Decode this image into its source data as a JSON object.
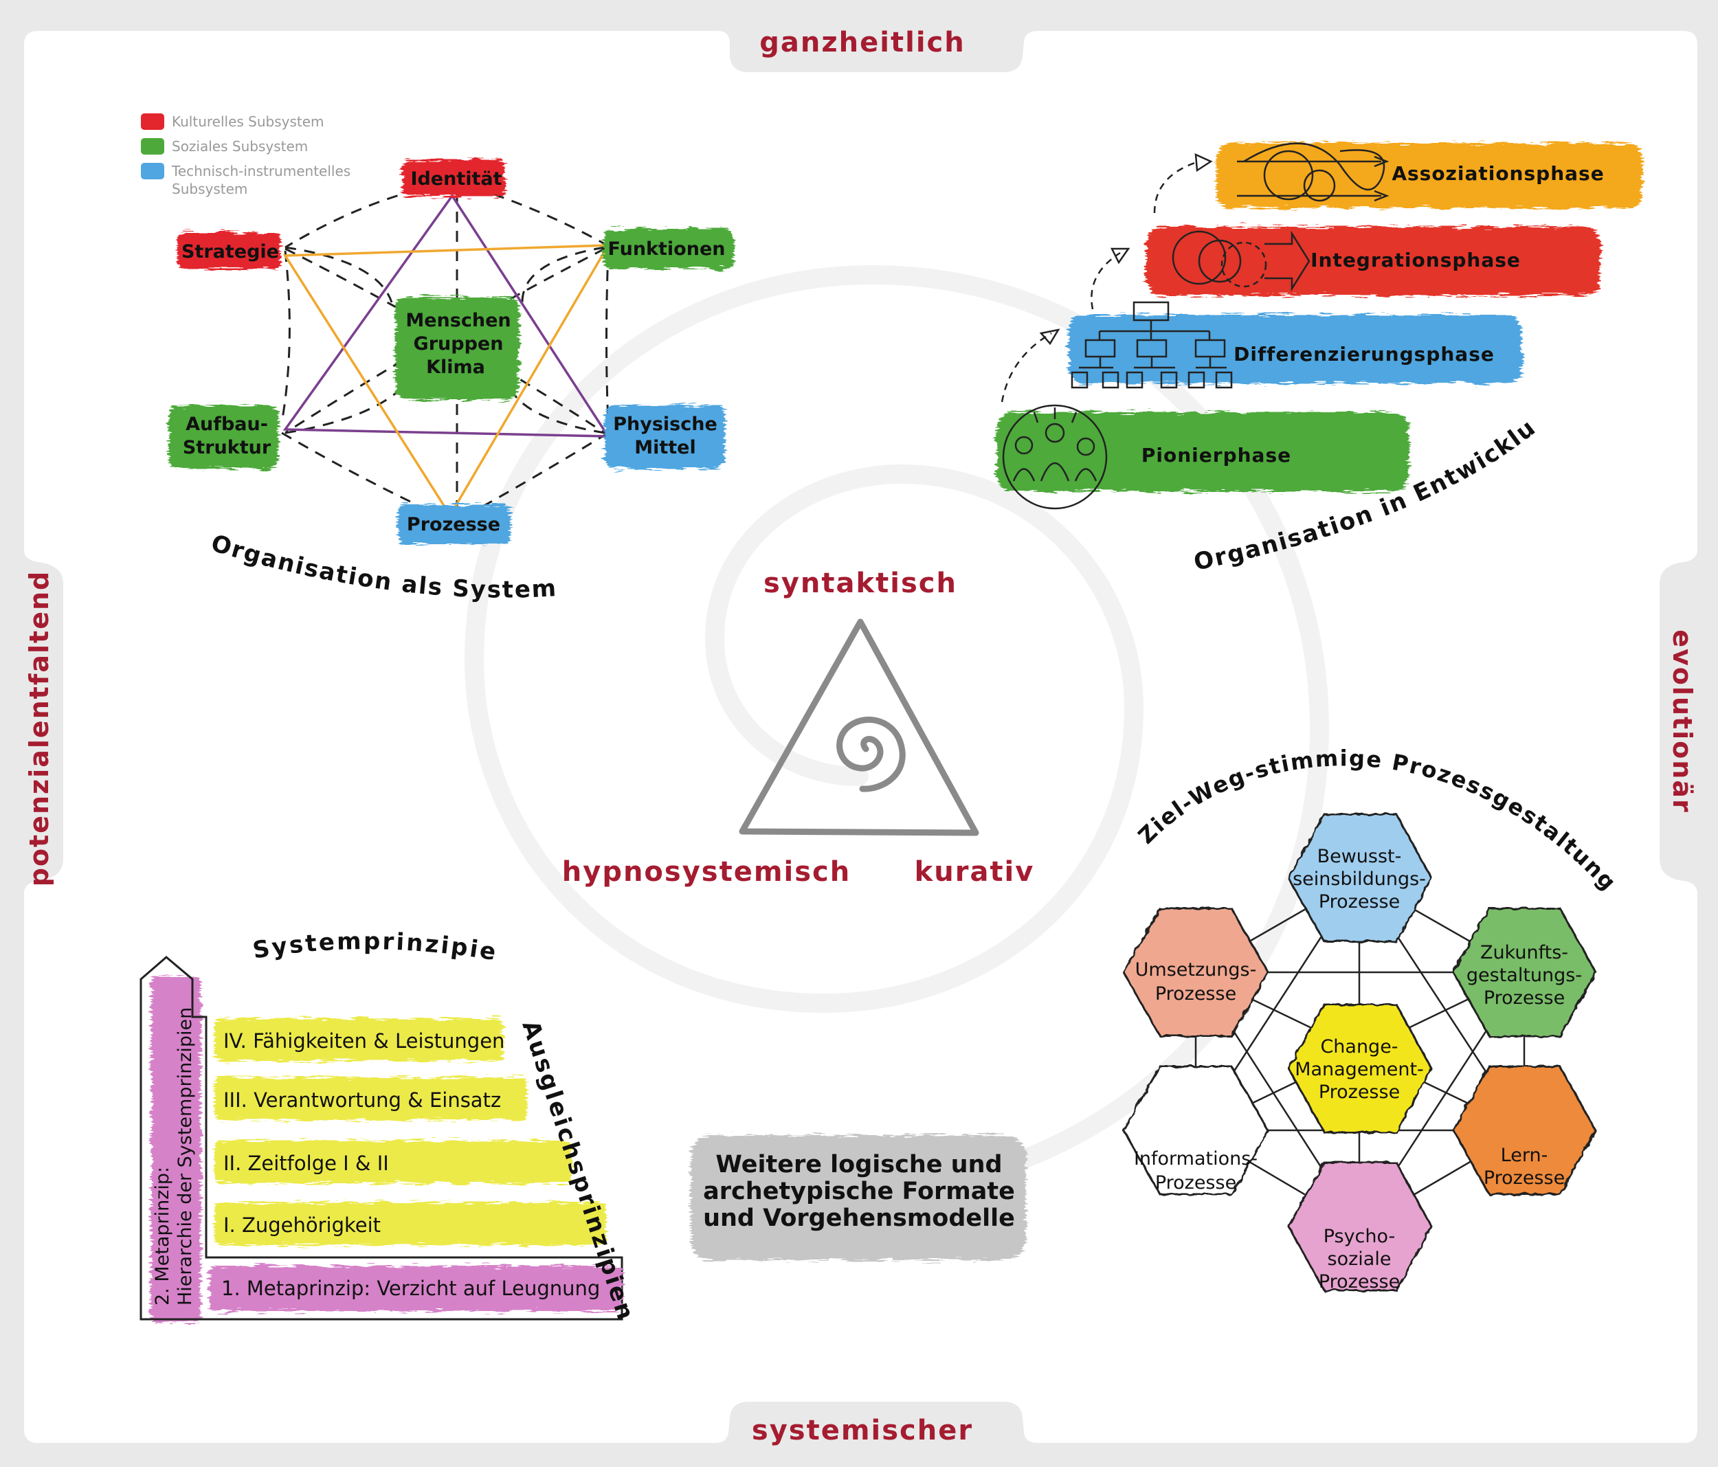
{
  "frame": {
    "top": "ganzheitlich",
    "bottom": "systemischer",
    "left": "potenzialentfaltend",
    "right": "evolutionär"
  },
  "center": {
    "top": "syntaktisch",
    "left": "hypnosystemisch",
    "right": "kurativ"
  },
  "system": {
    "title": "Organisation als System",
    "legend": [
      {
        "label": "Kulturelles Subsystem",
        "color": "#e3262d"
      },
      {
        "label": "Soziales Subsystem",
        "color": "#4daa3a"
      },
      {
        "label": "Technisch-instrumentelles",
        "label2": "Subsystem",
        "color": "#4fa6e0"
      }
    ],
    "nodes": {
      "identitaet": "Identität",
      "strategie": "Strategie",
      "funktionen": "Funktionen",
      "center1": "Menschen",
      "center2": "Gruppen",
      "center3": "Klima",
      "aufbau1": "Aufbau-",
      "aufbau2": "Struktur",
      "physische1": "Physische",
      "physische2": "Mittel",
      "prozesse": "Prozesse"
    }
  },
  "phases": {
    "title": "Organisation in Entwicklung",
    "items": [
      {
        "label": "Assoziationsphase",
        "color": "#f4a81d"
      },
      {
        "label": "Integrationsphase",
        "color": "#e3352b"
      },
      {
        "label": "Differenzierungsphase",
        "color": "#4fa6e0"
      },
      {
        "label": "Pionierphase",
        "color": "#4daa3a"
      }
    ]
  },
  "principles": {
    "title": "Systemprinzipien",
    "side_label": "Ausgleichsprinzipien",
    "meta_vertical_1": "2. Metaprinzip:",
    "meta_vertical_2": "Hierarchie der Systemprinzipien",
    "rows": [
      "IV. Fähigkeiten & Leistungen",
      "III. Verantwortung & Einsatz",
      "II. Zeitfolge I & II",
      "I. Zugehörigkeit",
      "1. Metaprinzip: Verzicht auf Leugnung"
    ]
  },
  "formats": {
    "line1": "Weitere logische und",
    "line2": "archetypische Formate",
    "line3": "und Vorgehensmodelle"
  },
  "processes": {
    "title": "Ziel-Weg-stimmige Prozessgestaltung",
    "hexes": [
      {
        "lines": [
          "Bewusst-",
          "seinsbildungs-",
          "Prozesse"
        ],
        "color": "#9fcdee"
      },
      {
        "lines": [
          "Zukunfts-",
          "gestaltungs-",
          "Prozesse"
        ],
        "color": "#79bd68"
      },
      {
        "lines": [
          "Lern-",
          "Prozesse"
        ],
        "color": "#ee8a3a"
      },
      {
        "lines": [
          "Psycho-",
          "soziale",
          "Prozesse"
        ],
        "color": "#e6a3cf"
      },
      {
        "lines": [
          "Informations-",
          "Prozesse"
        ],
        "color": "#ffffff"
      },
      {
        "lines": [
          "Umsetzungs-",
          "Prozesse"
        ],
        "color": "#efa78f"
      },
      {
        "lines": [
          "Change-",
          "Management-",
          "Prozesse"
        ],
        "color": "#f3e51b"
      }
    ]
  }
}
